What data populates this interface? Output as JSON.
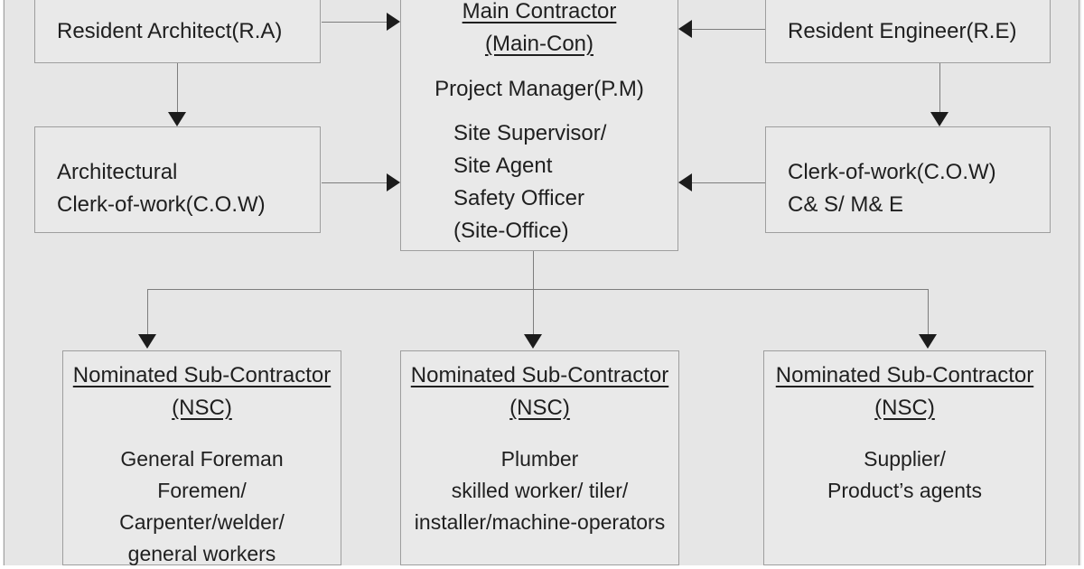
{
  "diagram": {
    "type": "org-chart",
    "topic": "Construction site organisation structure",
    "colors": {
      "slide_bg": "#e6e6e6",
      "box_bg": "#e9e9e9",
      "box_border": "#9e9e9e",
      "connector": "#7d7d7d",
      "arrowhead": "#1c1c1c",
      "text": "#1f1f1f"
    },
    "boxes": {
      "resident_architect": {
        "label": "Resident Architect(R.A)"
      },
      "resident_engineer": {
        "label": "Resident Engineer(R.E)"
      },
      "main_contractor": {
        "title_line1": "Main Contractor",
        "title_line2": "(Main-Con)",
        "manager": "Project Manager(P.M)",
        "staff": [
          "Site Supervisor/",
          "Site Agent",
          "Safety Officer",
          "(Site-Office)"
        ]
      },
      "architectural_cow": {
        "lines": [
          "Architectural",
          "Clerk-of-work(C.O.W)"
        ]
      },
      "cow_cs_me": {
        "lines": [
          "Clerk-of-work(C.O.W)",
          "C& S/ M& E"
        ]
      },
      "nsc_left": {
        "title_line1": "Nominated Sub-Contractor",
        "title_line2": "(NSC)",
        "members": [
          "General Foreman",
          "Foremen/",
          "Carpenter/welder/",
          "general workers"
        ]
      },
      "nsc_center": {
        "title_line1": "Nominated Sub-Contractor",
        "title_line2": "(NSC)",
        "members": [
          "Plumber",
          "skilled worker/ tiler/",
          "installer/machine-operators"
        ]
      },
      "nsc_right": {
        "title_line1": "Nominated Sub-Contractor",
        "title_line2": "(NSC)",
        "members": [
          "Supplier/",
          "Product’s agents"
        ]
      }
    }
  }
}
